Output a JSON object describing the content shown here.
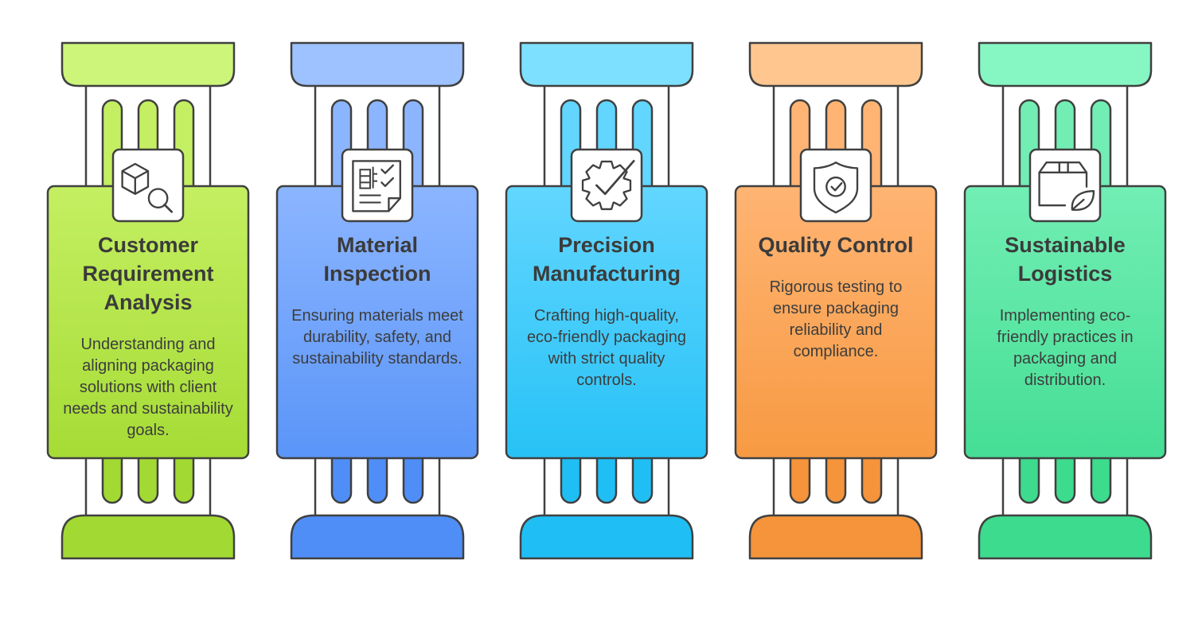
{
  "pillars": [
    {
      "title": "Customer Requirement Analysis",
      "title_lines": [
        "Customer",
        "Requirement",
        "Analysis"
      ],
      "description": "Understanding and aligning packaging solutions with client needs and sustainability goals.",
      "icon": "box-search-icon",
      "colors": {
        "cap_top": "#cdf57a",
        "body_top": "#c4ef62",
        "body_bottom": "#a6dc35",
        "base": "#a3d933"
      }
    },
    {
      "title": "Material Inspection",
      "title_lines": [
        "Material",
        "Inspection"
      ],
      "description": "Ensuring materials meet durability, safety, and sustainability standards.",
      "icon": "document-checklist-icon",
      "colors": {
        "cap_top": "#9dc2ff",
        "body_top": "#8cb5ff",
        "body_bottom": "#5a95f8",
        "base": "#4f8ef7"
      }
    },
    {
      "title": "Precision Manufacturing",
      "title_lines": [
        "Precision",
        "Manufacturing"
      ],
      "description": "Crafting high-quality, eco-friendly packaging with strict quality controls.",
      "icon": "gear-check-icon",
      "colors": {
        "cap_top": "#7ee0ff",
        "body_top": "#62d6ff",
        "body_bottom": "#27c2f6",
        "base": "#1fbff5"
      }
    },
    {
      "title": "Quality Control",
      "title_lines": [
        "Quality Control"
      ],
      "description": "Rigorous testing to ensure packaging reliability and compliance.",
      "icon": "shield-check-icon",
      "colors": {
        "cap_top": "#ffc78f",
        "body_top": "#ffb473",
        "body_bottom": "#f79a43",
        "base": "#f5943a"
      }
    },
    {
      "title": "Sustainable Logistics",
      "title_lines": [
        "Sustainable",
        "Logistics"
      ],
      "description": "Implementing eco-friendly practices in packaging and distribution.",
      "icon": "box-leaf-icon",
      "colors": {
        "cap_top": "#86f7c3",
        "body_top": "#72eeb4",
        "body_bottom": "#45de95",
        "base": "#3ddb8e"
      }
    }
  ]
}
